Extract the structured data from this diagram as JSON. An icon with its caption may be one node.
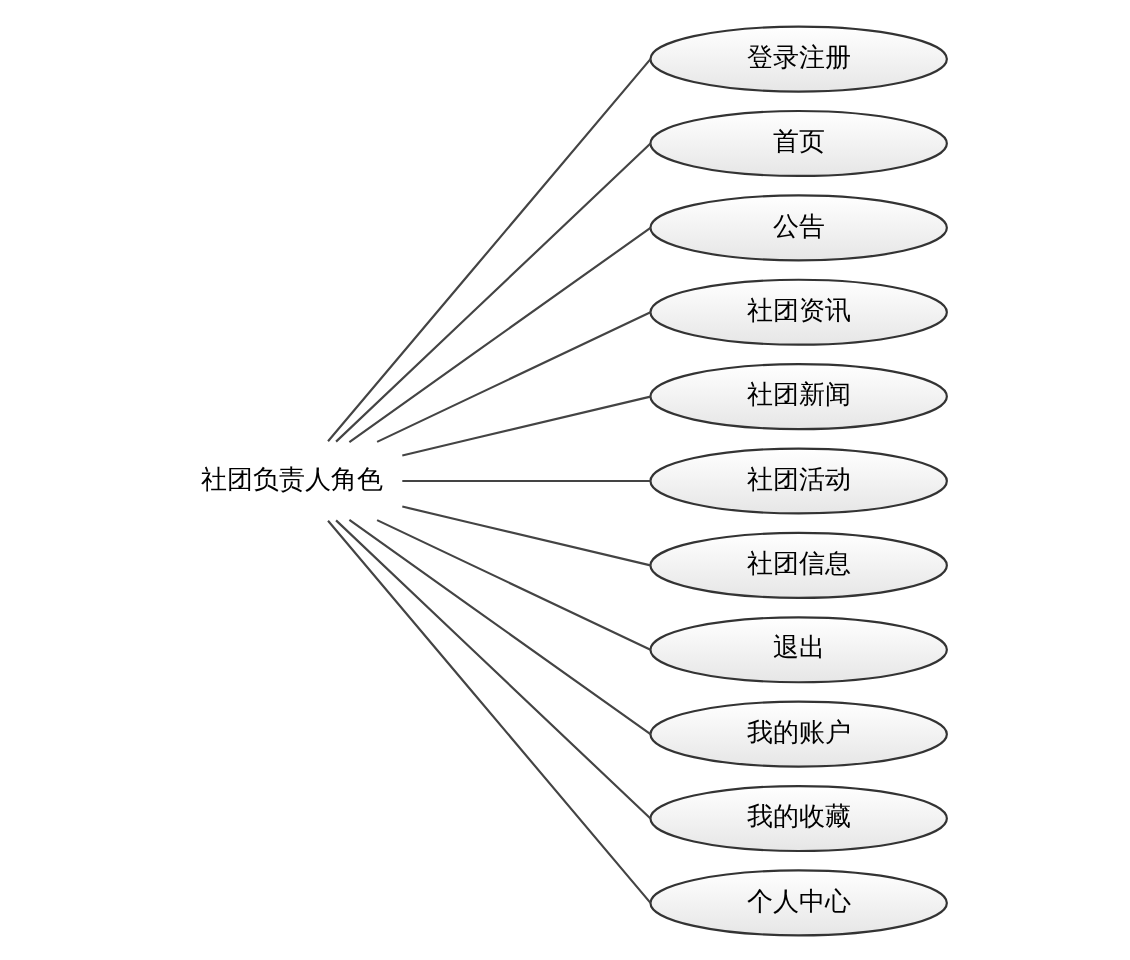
{
  "diagram": {
    "nodes": [
      {
        "text": [
          "社团负责人角色"
        ]
      },
      {
        "text": [
          "登录注册"
        ]
      },
      {
        "text": [
          "首页"
        ]
      },
      {
        "text": [
          "公告"
        ]
      },
      {
        "text": [
          "社团资讯"
        ]
      },
      {
        "text": [
          "社团新闻"
        ]
      },
      {
        "text": [
          "社团活动"
        ]
      },
      {
        "text": [
          "社团信息"
        ]
      },
      {
        "text": [
          "退出"
        ]
      },
      {
        "text": [
          "我的账户"
        ]
      },
      {
        "text": [
          "我的收藏"
        ]
      },
      {
        "text": [
          "个人中心"
        ]
      }
    ],
    "edges": [
      {
        "from": 0,
        "to": 1,
        "arrow": "none"
      },
      {
        "from": 0,
        "to": 2,
        "arrow": "none"
      },
      {
        "from": 0,
        "to": 3,
        "arrow": "none"
      },
      {
        "from": 0,
        "to": 4,
        "arrow": "none"
      },
      {
        "from": 0,
        "to": 5,
        "arrow": "none"
      },
      {
        "from": 0,
        "to": 6,
        "arrow": "none"
      },
      {
        "from": 0,
        "to": 7,
        "arrow": "none"
      },
      {
        "from": 0,
        "to": 8,
        "arrow": "none"
      },
      {
        "from": 0,
        "to": 9,
        "arrow": "none"
      },
      {
        "from": 0,
        "to": 10,
        "arrow": "none"
      },
      {
        "from": 0,
        "to": 11,
        "arrow": "none"
      }
    ]
  }
}
